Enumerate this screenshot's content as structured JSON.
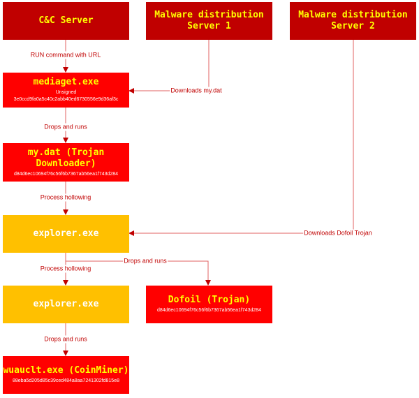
{
  "nodes": {
    "cnc": {
      "title": "C&C Server"
    },
    "dist1": {
      "title": "Malware distribution\nServer 1"
    },
    "dist2": {
      "title": "Malware distribution\nServer 2"
    },
    "mediaget": {
      "title": "mediaget.exe",
      "line1": "Unsigned",
      "hash": "3e0ccd9fa0a5c40c2abb40ed6730556e9d36af3c"
    },
    "mydat": {
      "title": "my.dat (Trojan\nDownloader)",
      "hash": "d84d6ec10694f76c56f6b7367ab56ea1f743d284"
    },
    "explorer1": {
      "title": "explorer.exe"
    },
    "explorer2": {
      "title": "explorer.exe"
    },
    "dofoil": {
      "title": "Dofoil (Trojan)",
      "hash": "d84d6ec10694f76c56f6b7367ab56ea1f743d284"
    },
    "wuauclt": {
      "title": "wuauclt.exe (CoinMiner)",
      "hash": "88eba5d205d85c39ced484a8aa7241302fd815e8"
    }
  },
  "edges": {
    "run_command": "RUN command with URL",
    "downloads_mydat": "Downloads my.dat",
    "drops_runs_1": "Drops and runs",
    "process_hollowing_1": "Process hollowing",
    "downloads_dofoil": "Downloads Dofoil Trojan",
    "process_hollowing_2": "Process hollowing",
    "drops_runs_2": "Drops and runs",
    "drops_runs_3": "Drops and runs"
  },
  "colors": {
    "server_fill": "#c00000",
    "process_fill": "#ff0000",
    "explorer_fill": "#ffc000",
    "title_text": "#ffff00",
    "arrow": "#c00000"
  }
}
